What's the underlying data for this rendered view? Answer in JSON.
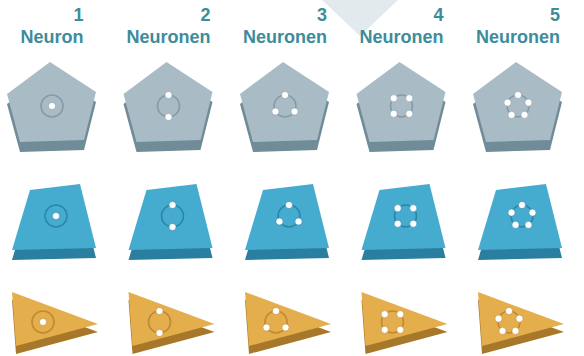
{
  "diagram": {
    "labels": [
      "1",
      "Neuron",
      "2",
      "Neuronen",
      "3",
      "Neuronen",
      "4",
      "Neuronen",
      "5",
      "Neuronen"
    ]
  }
}
